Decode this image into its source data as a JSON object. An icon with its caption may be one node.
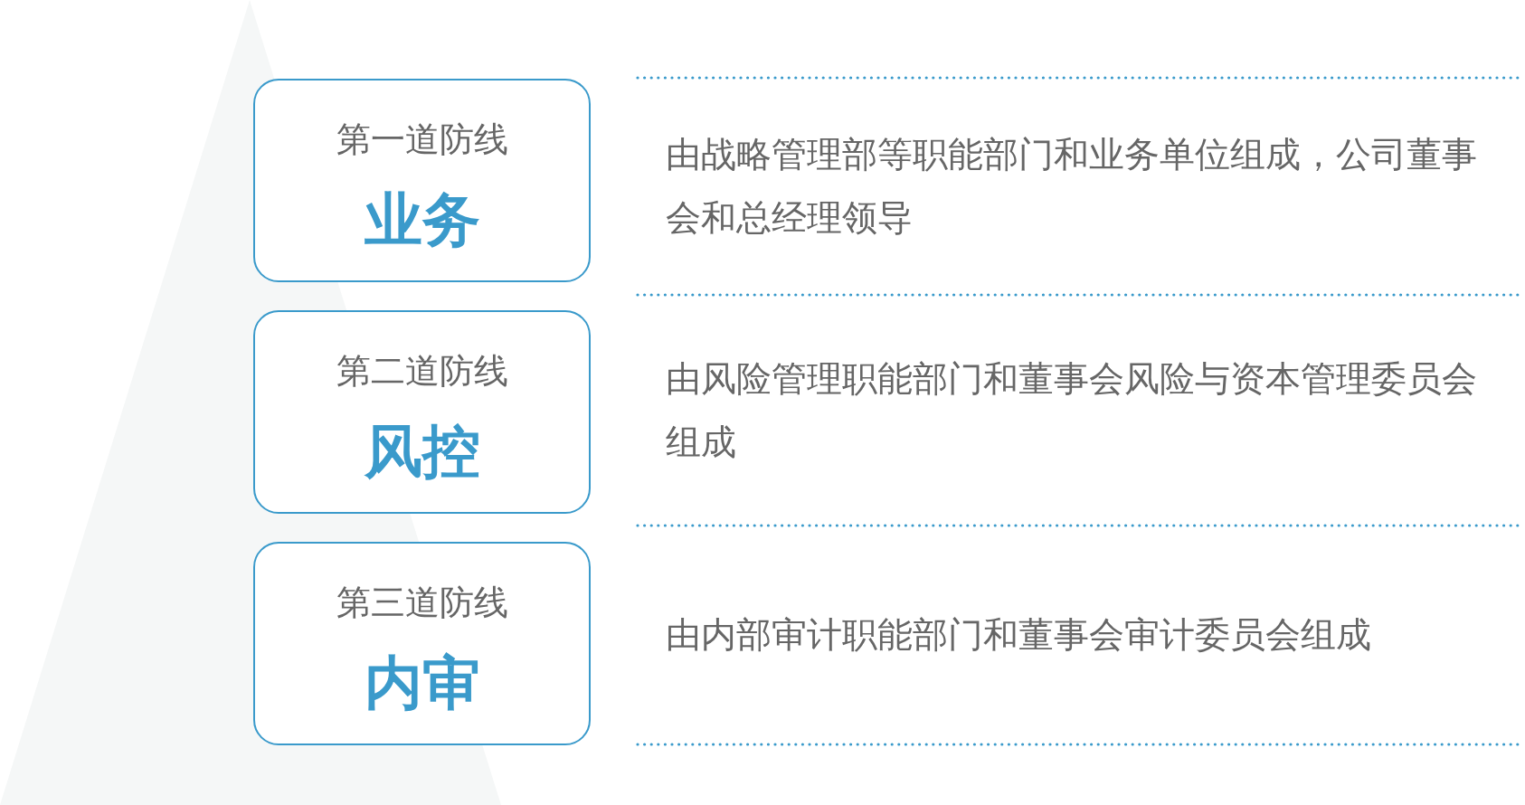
{
  "diagram": {
    "nodes": [
      {
        "text": [
          "第一道防线",
          "业务"
        ],
        "beside": [
          "由战略管理部等职能部门和业务单位组成，公司董事会和总经理领导"
        ]
      },
      {
        "text": [
          "第二道防线",
          "风控"
        ],
        "beside": [
          "由风险管理职能部门和董事会风险与资本管理委员会组成"
        ]
      },
      {
        "text": [
          "第三道防线",
          "内审"
        ],
        "beside": [
          "由内部审计职能部门和董事会审计委员会组成"
        ]
      }
    ]
  }
}
